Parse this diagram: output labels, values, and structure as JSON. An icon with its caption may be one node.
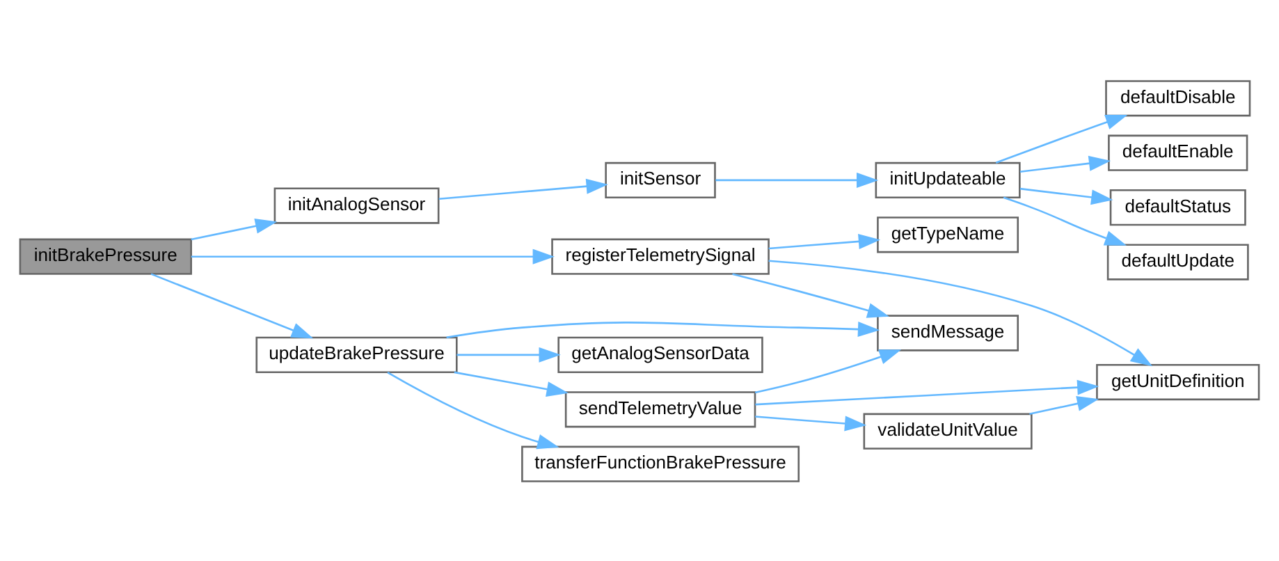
{
  "diagram": {
    "nodes": [
      {
        "text": [
          "initBrakePressure"
        ]
      },
      {
        "text": [
          "initAnalogSensor"
        ]
      },
      {
        "text": [
          "initSensor"
        ]
      },
      {
        "text": [
          "initUpdateable"
        ]
      },
      {
        "text": [
          "defaultDisable"
        ]
      },
      {
        "text": [
          "defaultEnable"
        ]
      },
      {
        "text": [
          "defaultStatus"
        ]
      },
      {
        "text": [
          "defaultUpdate"
        ]
      },
      {
        "text": [
          "registerTelemetrySignal"
        ]
      },
      {
        "text": [
          "getTypeName"
        ]
      },
      {
        "text": [
          "sendMessage"
        ]
      },
      {
        "text": [
          "getUnitDefinition"
        ]
      },
      {
        "text": [
          "updateBrakePressure"
        ]
      },
      {
        "text": [
          "getAnalogSensorData"
        ]
      },
      {
        "text": [
          "sendTelemetryValue"
        ]
      },
      {
        "text": [
          "validateUnitValue"
        ]
      },
      {
        "text": [
          "transferFunctionBrakePressure"
        ]
      }
    ],
    "edges": [
      {
        "from": 0,
        "to": 1,
        "arrow": "to"
      },
      {
        "from": 0,
        "to": 8,
        "arrow": "to"
      },
      {
        "from": 0,
        "to": 12,
        "arrow": "to"
      },
      {
        "from": 1,
        "to": 2,
        "arrow": "to"
      },
      {
        "from": 2,
        "to": 3,
        "arrow": "to"
      },
      {
        "from": 3,
        "to": 4,
        "arrow": "to"
      },
      {
        "from": 3,
        "to": 5,
        "arrow": "to"
      },
      {
        "from": 3,
        "to": 6,
        "arrow": "to"
      },
      {
        "from": 3,
        "to": 7,
        "arrow": "to"
      },
      {
        "from": 8,
        "to": 9,
        "arrow": "to"
      },
      {
        "from": 8,
        "to": 10,
        "arrow": "to"
      },
      {
        "from": 8,
        "to": 11,
        "arrow": "to"
      },
      {
        "from": 12,
        "to": 10,
        "arrow": "to"
      },
      {
        "from": 12,
        "to": 13,
        "arrow": "to"
      },
      {
        "from": 12,
        "to": 14,
        "arrow": "to"
      },
      {
        "from": 12,
        "to": 16,
        "arrow": "to"
      },
      {
        "from": 14,
        "to": 10,
        "arrow": "to"
      },
      {
        "from": 14,
        "to": 11,
        "arrow": "to"
      },
      {
        "from": 14,
        "to": 15,
        "arrow": "to"
      },
      {
        "from": 15,
        "to": 11,
        "arrow": "to"
      }
    ]
  }
}
